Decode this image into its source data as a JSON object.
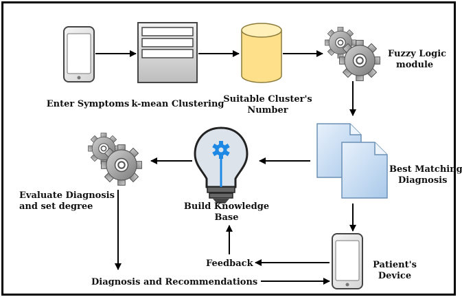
{
  "nodes": {
    "enter_symptoms": "Enter Symptoms",
    "kmean_clustering": "k-mean Clustering",
    "suitable_cluster": [
      "Suitable Cluster's",
      "Number"
    ],
    "fuzzy_logic": [
      "Fuzzy Logic",
      "module"
    ],
    "best_matching": [
      "Best Matching",
      "Diagnosis"
    ],
    "build_knowledge": [
      "Build Knowledge",
      "Base"
    ],
    "evaluate_diagnosis": [
      "Evaluate Diagnosis",
      "and set degree"
    ],
    "patients_device": [
      "Patient's",
      "Device"
    ],
    "feedback": "Feedback",
    "diagnosis_recommendations": "Diagnosis and Recommendations"
  },
  "icons": {
    "phone": "smartphone-icon",
    "server": "server-rack-icon",
    "database": "database-cylinder-icon",
    "gears": "gears-icon",
    "documents": "documents-icon",
    "bulb": "lightbulb-icon"
  },
  "colors": {
    "database_fill": "#FFE08A",
    "document_fill": "#CFE3F7",
    "bulb_glass": "#DCE3EA",
    "bulb_gear": "#1E88E5",
    "gear_fill": "#9E9E9E"
  }
}
